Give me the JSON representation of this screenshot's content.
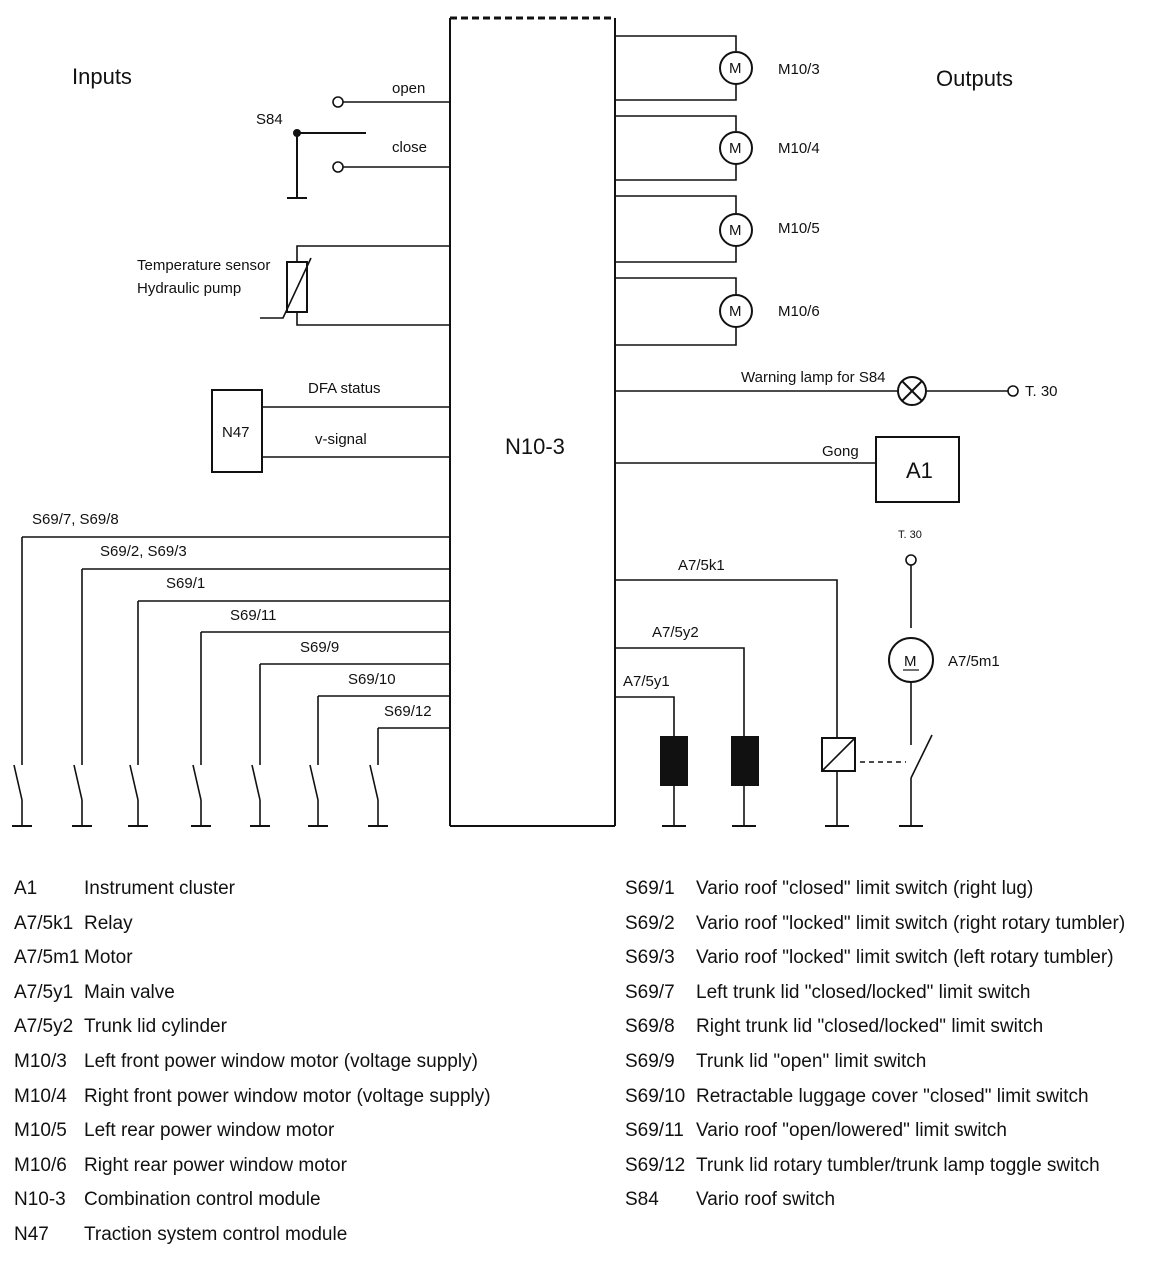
{
  "diagram": {
    "headings": {
      "inputs": "Inputs",
      "outputs": "Outputs"
    },
    "module": "N10-3",
    "switch": {
      "code": "S84",
      "open": "open",
      "close": "close"
    },
    "temp_sensor": [
      "Temperature sensor",
      "Hydraulic pump"
    ],
    "n47": {
      "code": "N47",
      "dfa": "DFA status",
      "vsignal": "v-signal"
    },
    "input_switches": [
      "S69/7, S69/8",
      "S69/2, S69/3",
      "S69/1",
      "S69/11",
      "S69/9",
      "S69/10",
      "S69/12"
    ],
    "motors": [
      "M10/3",
      "M10/4",
      "M10/5",
      "M10/6"
    ],
    "motor_symbol": "M",
    "warning": {
      "label": "Warning lamp for S84",
      "terminal": "T. 30"
    },
    "gong": {
      "label": "Gong",
      "code": "A1"
    },
    "relay_group": {
      "k1": "A7/5k1",
      "y2": "A7/5y2",
      "y1": "A7/5y1",
      "motor": "A7/5m1",
      "terminal": "T. 30"
    }
  },
  "legend": {
    "left": [
      {
        "code": "A1",
        "desc": "Instrument cluster"
      },
      {
        "code": "A7/5k1",
        "desc": "Relay"
      },
      {
        "code": "A7/5m1",
        "desc": "Motor"
      },
      {
        "code": "A7/5y1",
        "desc": "Main valve"
      },
      {
        "code": "A7/5y2",
        "desc": "Trunk lid cylinder"
      },
      {
        "code": "M10/3",
        "desc": "Left front power window motor (voltage supply)"
      },
      {
        "code": "M10/4",
        "desc": "Right front power window motor (voltage supply)"
      },
      {
        "code": "M10/5",
        "desc": "Left rear power window motor"
      },
      {
        "code": "M10/6",
        "desc": "Right rear power window motor"
      },
      {
        "code": "N10-3",
        "desc": "Combination control module"
      },
      {
        "code": "N47",
        "desc": "Traction system control module"
      }
    ],
    "right": [
      {
        "code": "S69/1",
        "desc": "Vario roof \"closed\" limit switch (right lug)"
      },
      {
        "code": "S69/2",
        "desc": "Vario roof \"locked\" limit switch (right rotary tumbler)"
      },
      {
        "code": "S69/3",
        "desc": "Vario roof \"locked\" limit switch (left rotary tumbler)"
      },
      {
        "code": "S69/7",
        "desc": "Left trunk lid \"closed/locked\" limit switch"
      },
      {
        "code": "S69/8",
        "desc": "Right trunk lid \"closed/locked\" limit switch"
      },
      {
        "code": "S69/9",
        "desc": "Trunk lid \"open\" limit switch"
      },
      {
        "code": "S69/10",
        "desc": "Retractable luggage cover \"closed\" limit switch"
      },
      {
        "code": "S69/11",
        "desc": "Vario roof \"open/lowered\" limit switch"
      },
      {
        "code": "S69/12",
        "desc": "Trunk lid rotary tumbler/trunk lamp toggle switch"
      },
      {
        "code": "S84",
        "desc": "Vario roof switch"
      }
    ]
  }
}
